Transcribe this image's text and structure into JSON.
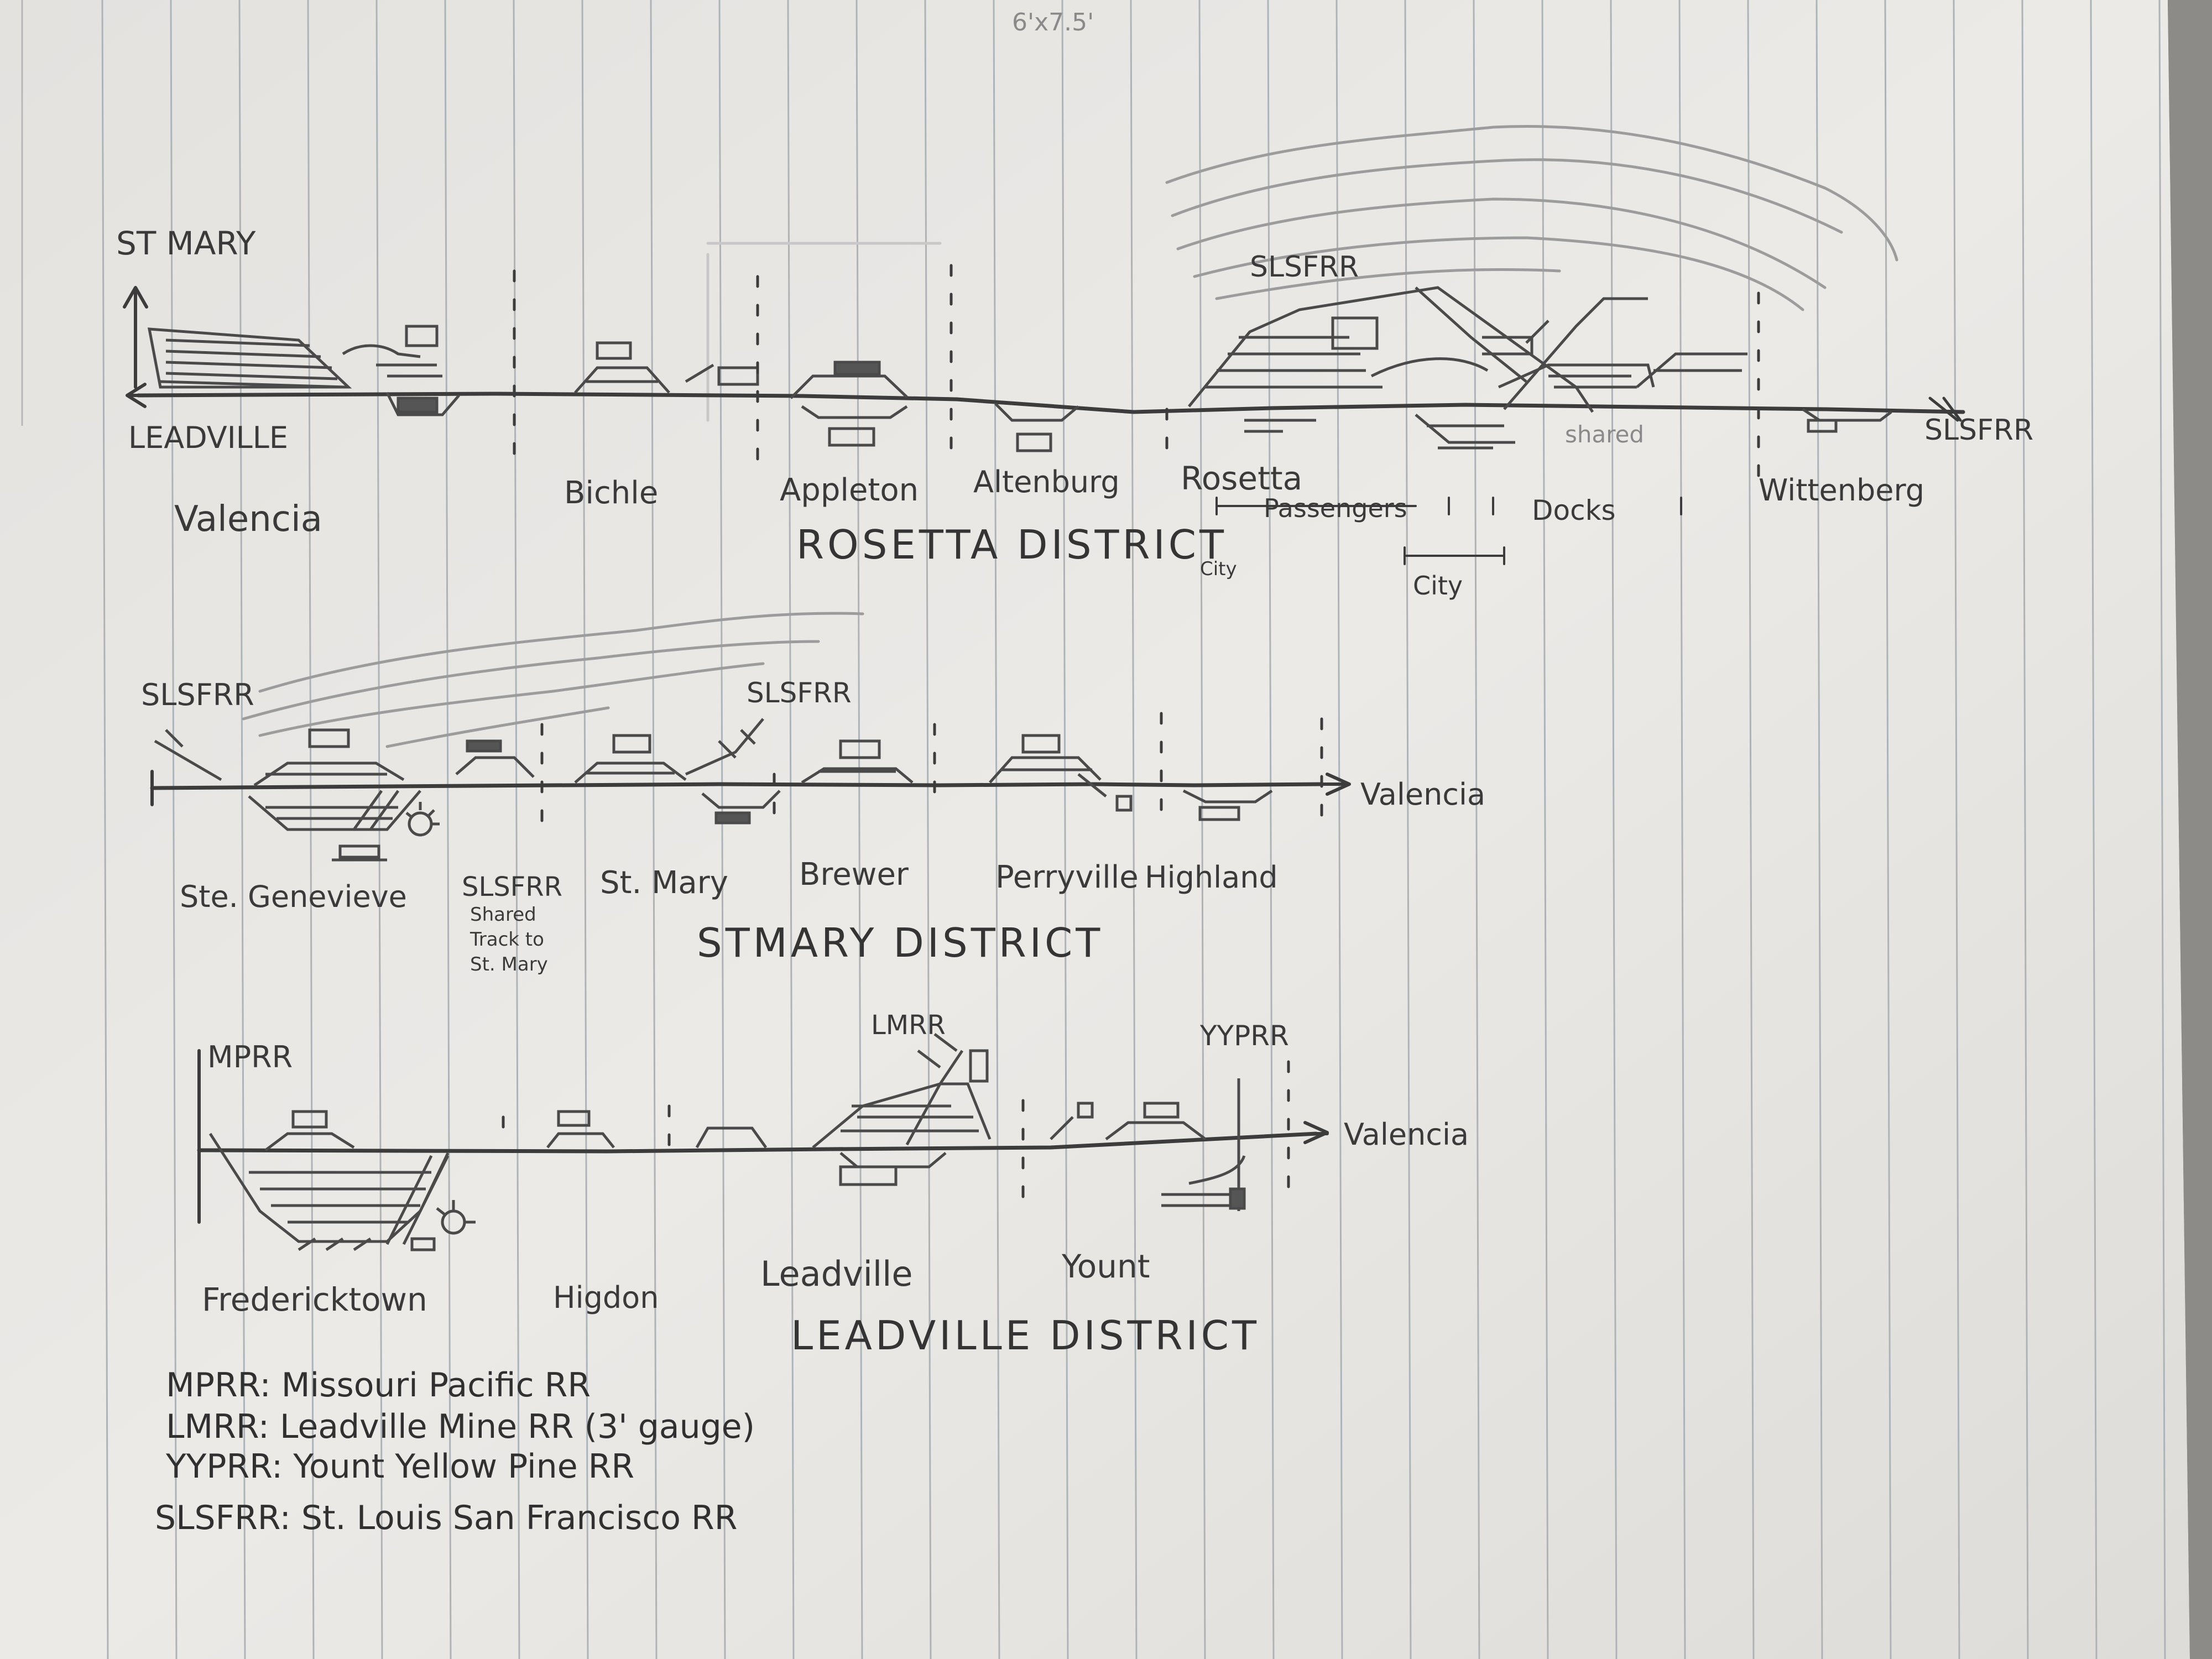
{
  "header_note": "6'x7.5'",
  "districts": {
    "rosetta": {
      "title": "ROSETTA DISTRICT",
      "route_labels": {
        "top_left": "ST MARY",
        "bottom_left": "LEADVILLE",
        "top_right_yard": "SLSFRR",
        "right_end": "SLSFRR",
        "shared": "shared"
      },
      "towns": [
        "Valencia",
        "Bichle",
        "Appleton",
        "Altenburg",
        "Rosetta",
        "Wittenberg"
      ],
      "sub_labels": {
        "passengers": "Passengers",
        "docks": "Docks",
        "city": "City",
        "city_small": "City"
      }
    },
    "stmary": {
      "title": "STMARY DISTRICT",
      "route_labels": {
        "top_left": "SLSFRR",
        "branch": "SLSFRR",
        "right_end": "Valencia"
      },
      "towns": [
        "Ste. Genevieve",
        "SLSFRR",
        "St. Mary",
        "Brewer",
        "Perryville",
        "Highland"
      ],
      "shared_note": [
        "Shared",
        "Track to",
        "St. Mary"
      ]
    },
    "leadville": {
      "title": "LEADVILLE DISTRICT",
      "route_labels": {
        "top_left": "MPRR",
        "branch": "LMRR",
        "right_branch": "YYPRR",
        "right_end": "Valencia"
      },
      "towns": [
        "Fredericktown",
        "Higdon",
        "Leadville",
        "Yount"
      ]
    }
  },
  "legend": [
    "MPRR: Missouri Pacific RR",
    "LMRR: Leadville Mine RR (3' gauge)",
    "YYPRR: Yount Yellow Pine RR",
    "SLSFRR: St. Louis San Francisco RR"
  ],
  "colors": {
    "paper": "#e9e7e4",
    "pencil": "#3c3c3c",
    "rule": "#aab0b4",
    "shadow": "#8d8b88"
  }
}
